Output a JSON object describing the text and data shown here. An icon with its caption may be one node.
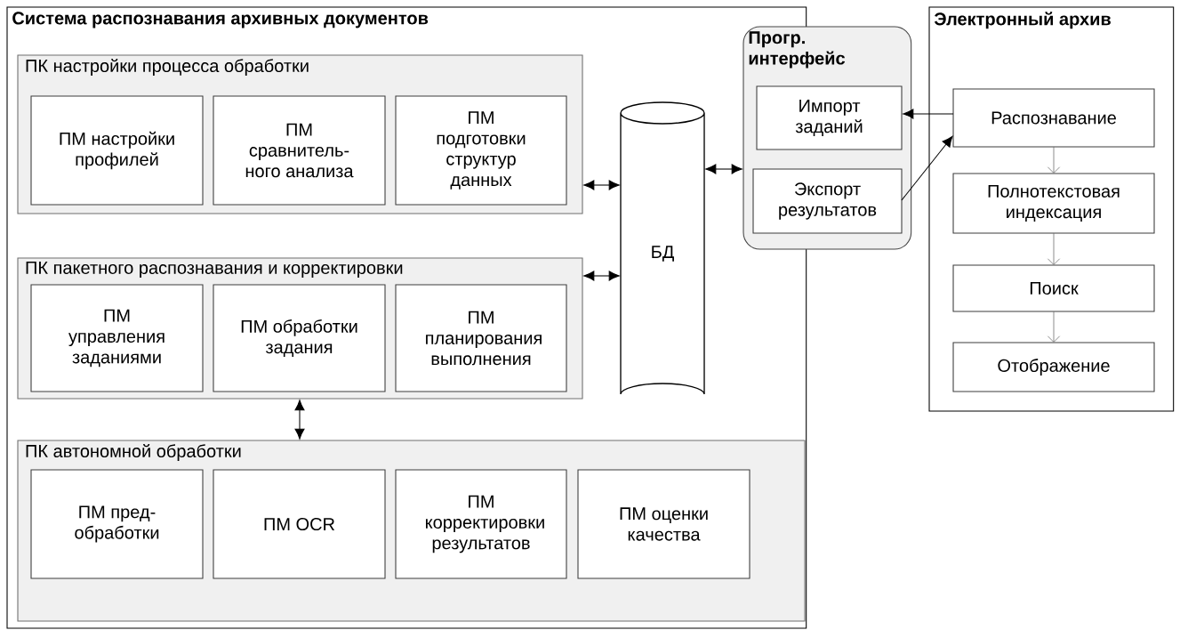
{
  "diagram": {
    "nodes": [
      {
        "text": [
          "Система распознавания архивных документов"
        ]
      },
      {
        "text": [
          "ПК настройки процесса обработки"
        ],
        "in": 0
      },
      {
        "text": [
          "ПМ настройки профилей"
        ],
        "in": 1
      },
      {
        "text": [
          "ПМ сравнитель- ного анализа"
        ],
        "in": 1
      },
      {
        "text": [
          "ПМ подготовки структур данных"
        ],
        "in": 1
      },
      {
        "text": [
          "ПК пакетного распознавания и корректировки"
        ],
        "in": 0
      },
      {
        "text": [
          "ПМ управления заданиями"
        ],
        "in": 5
      },
      {
        "text": [
          "ПМ обработки задания"
        ],
        "in": 5
      },
      {
        "text": [
          "ПМ планирования выполнения"
        ],
        "in": 5
      },
      {
        "text": [
          "ПК автономной обработки"
        ],
        "in": 0
      },
      {
        "text": [
          "ПМ пред- обработки"
        ],
        "in": 9
      },
      {
        "text": [
          "ПМ OCR"
        ],
        "in": 9
      },
      {
        "text": [
          "ПМ корректировки результатов"
        ],
        "in": 9
      },
      {
        "text": [
          "ПМ оценки качества"
        ],
        "in": 9
      },
      {
        "text": [
          "БД"
        ],
        "in": 0
      },
      {
        "text": [
          "Прогр. интерфейс"
        ]
      },
      {
        "text": [
          "Импорт заданий"
        ],
        "in": 15
      },
      {
        "text": [
          "Экспорт результатов"
        ],
        "in": 15
      },
      {
        "text": [
          "Электронный архив"
        ]
      },
      {
        "text": [
          "Распознавание"
        ],
        "in": 18
      },
      {
        "text": [
          "Полнотекстовая индексация"
        ],
        "in": 18
      },
      {
        "text": [
          "Поиск"
        ],
        "in": 18
      },
      {
        "text": [
          "Отображение"
        ],
        "in": 18
      }
    ],
    "edges": [
      {
        "from": 1,
        "to": 14,
        "arrow": "both"
      },
      {
        "from": 5,
        "to": 14,
        "arrow": "both"
      },
      {
        "from": 14,
        "to": 15,
        "arrow": "both"
      },
      {
        "from": 5,
        "to": 9,
        "arrow": "both"
      },
      {
        "from": 19,
        "to": 16,
        "arrow": "to"
      },
      {
        "from": 17,
        "to": 19,
        "arrow": "to"
      },
      {
        "from": 19,
        "to": 20,
        "arrow": "to",
        "color": "#707070"
      },
      {
        "from": 20,
        "to": 21,
        "arrow": "to",
        "color": "#707070"
      },
      {
        "from": 21,
        "to": 22,
        "arrow": "to",
        "color": "#707070"
      }
    ]
  }
}
